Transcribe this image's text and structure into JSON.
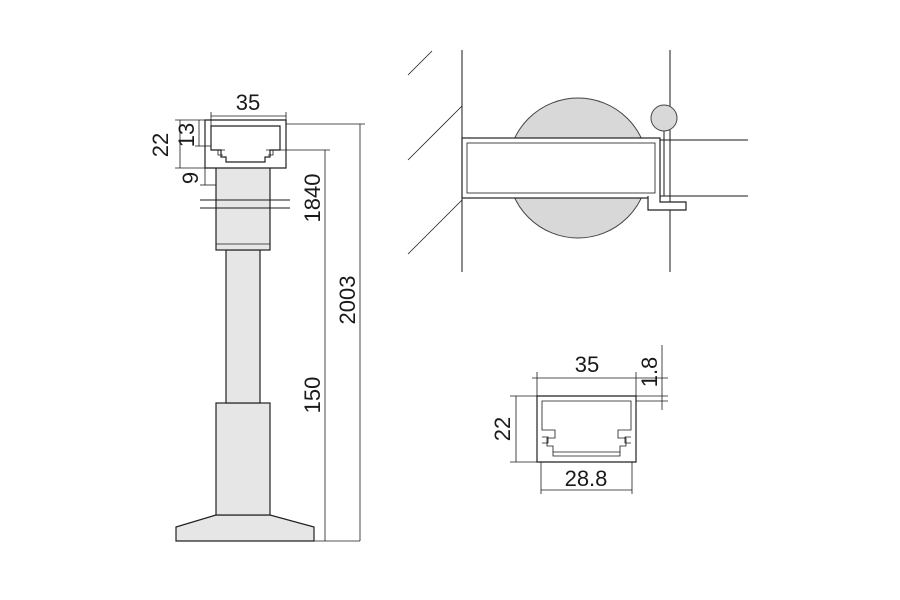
{
  "pole_view": {
    "labels": {
      "width_35": "35",
      "height_22": "22",
      "height_13": "13",
      "offset_9": "9",
      "height_1840": "1840",
      "height_2003": "2003",
      "height_150": "150"
    }
  },
  "section_view": {
    "labels": {
      "width_35": "35",
      "wall_1_8": "1.8",
      "height_22": "22",
      "inner_28_8": "28.8"
    }
  },
  "colors": {
    "line": "#1a1a1a",
    "part_fill": "#e6e6e6",
    "disc_fill": "#d8d8d8"
  }
}
